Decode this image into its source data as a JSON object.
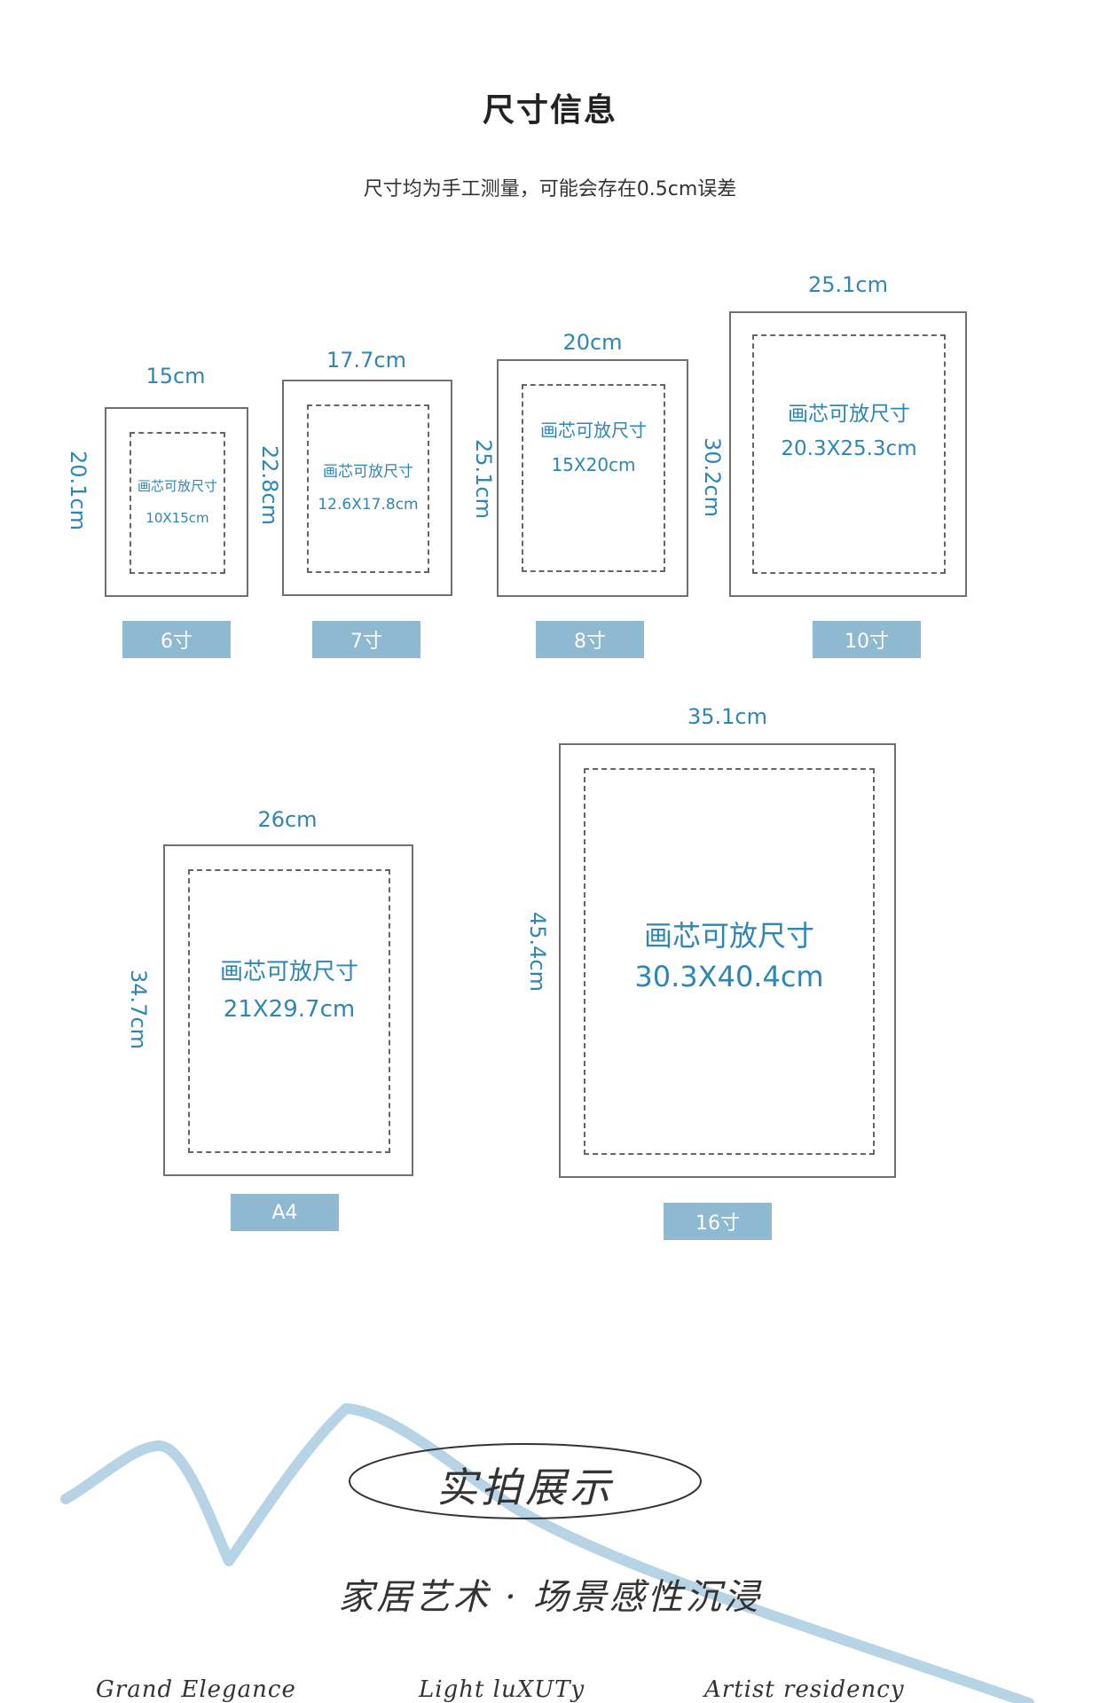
{
  "header": {
    "title": "尺寸信息",
    "subtitle": "尺寸均为手工测量，可能会存在0.5cm误差"
  },
  "frames": [
    {
      "id": "6",
      "tag": "6寸",
      "width_label": "15cm",
      "height_label": "20.1cm",
      "inner_label": "画芯可放尺寸",
      "inner_size": "10X15cm"
    },
    {
      "id": "7",
      "tag": "7寸",
      "width_label": "17.7cm",
      "height_label": "22.8cm",
      "inner_label": "画芯可放尺寸",
      "inner_size": "12.6X17.8cm"
    },
    {
      "id": "8",
      "tag": "8寸",
      "width_label": "20cm",
      "height_label": "25.1cm",
      "inner_label": "画芯可放尺寸",
      "inner_size": "15X20cm"
    },
    {
      "id": "10",
      "tag": "10寸",
      "width_label": "25.1cm",
      "height_label": "30.2cm",
      "inner_label": "画芯可放尺寸",
      "inner_size": "20.3X25.3cm"
    },
    {
      "id": "a4",
      "tag": "A4",
      "width_label": "26cm",
      "height_label": "34.7cm",
      "inner_label": "画芯可放尺寸",
      "inner_size": "21X29.7cm"
    },
    {
      "id": "16",
      "tag": "16寸",
      "width_label": "35.1cm",
      "height_label": "45.4cm",
      "inner_label": "画芯可放尺寸",
      "inner_size": "30.3X40.4cm"
    }
  ],
  "showcase": {
    "title": "实拍展示",
    "subtitle": "家居艺术 · 场景感性沉浸",
    "keywords": [
      "Grand Elegance",
      "Light  luXUTy",
      "Artist residency"
    ]
  },
  "colors": {
    "accent": "#2e86b4",
    "tag_bg": "#8fb8d1",
    "wave": "#a9cde0",
    "frame_border": "#6f6f6f"
  }
}
